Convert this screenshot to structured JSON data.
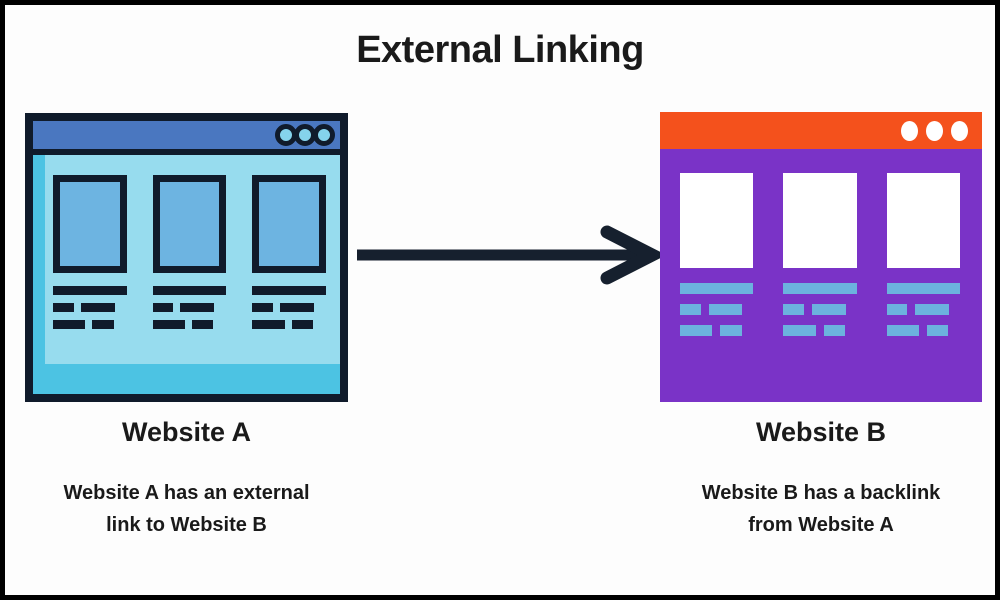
{
  "title": "External Linking",
  "website_a": {
    "label": "Website A",
    "description_line1": "Website A has an external",
    "description_line2": "link to Website B"
  },
  "website_b": {
    "label": "Website B",
    "description_line1": "Website B has a backlink",
    "description_line2": "from Website A"
  },
  "theme": {
    "frame-border": "#000000",
    "canvas-bg": "#fdfdfd",
    "text": "#1a1a1a",
    "dark-navy": "#101b2b",
    "a-topbar": "#4a77c0",
    "a-body": "#97dcee",
    "a-strip": "#4cc3e3",
    "a-card": "#6db4e1",
    "a-dot": "#85d3ec",
    "b-topbar": "#f4511c",
    "b-body": "#7a33c7",
    "b-card": "#ffffff",
    "b-dash": "#6cb2de",
    "arrow": "#16202e"
  }
}
